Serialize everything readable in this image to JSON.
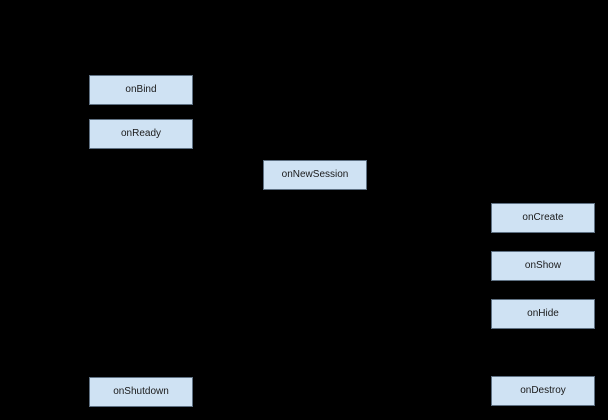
{
  "diagram": {
    "background_color": "#000000",
    "node_fill_color": "#cfe2f3",
    "node_border_color": "#5f7183",
    "node_text_color": "#1a1a1a",
    "nodes": [
      {
        "label": "onBind"
      },
      {
        "label": "onReady"
      },
      {
        "label": "onNewSession"
      },
      {
        "label": "onCreate"
      },
      {
        "label": "onShow"
      },
      {
        "label": "onHide"
      },
      {
        "label": "onShutdown"
      },
      {
        "label": "onDestroy"
      }
    ]
  }
}
